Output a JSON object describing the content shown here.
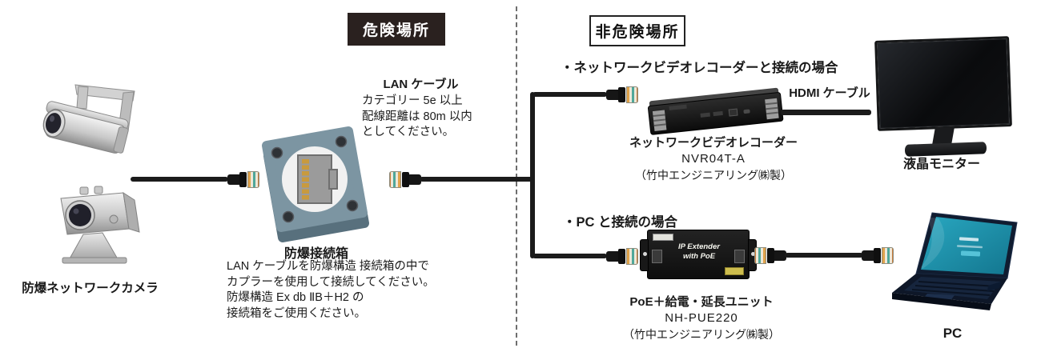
{
  "zones": {
    "hazardous": "危険場所",
    "non_hazardous": "非危険場所"
  },
  "camera_section": {
    "label": "防爆ネットワークカメラ"
  },
  "lan_cable": {
    "title": "LAN ケーブル",
    "notes": [
      "カテゴリー 5e 以上",
      "配線距離は 80m 以内",
      "としてください。"
    ]
  },
  "junction_box": {
    "title": "防爆接続箱",
    "notes": [
      "LAN ケーブルを防爆構造 接続箱の中で",
      "カプラーを使用して接続してください。",
      "防爆構造 Ex db ⅡB＋H2 の",
      "接続箱をご使用ください。"
    ]
  },
  "nvr_branch": {
    "heading": "・ネットワークビデオレコーダーと接続の場合",
    "device_name": "ネットワークビデオレコーダー",
    "model": "NVR04T-A",
    "manufacturer": "（竹中エンジニアリング㈱製）",
    "hdmi_cable_label": "HDMI ケーブル",
    "monitor_label": "液晶モニター"
  },
  "pc_branch": {
    "heading": "・PC と接続の場合",
    "device_name": "PoE＋給電・延長ユニット",
    "model": "NH-PUE220",
    "manufacturer": "（竹中エンジニアリング㈱製）",
    "poe_label_line1": "IP Extender",
    "poe_label_line2": "with PoE",
    "pc_label": "PC"
  },
  "images": {
    "left_top": "bullet-camera",
    "left_bottom": "box-camera",
    "middle": "explosion-proof-junction-box",
    "right_top_device": "network-video-recorder",
    "right_top_display": "lcd-monitor",
    "right_bottom_device": "poe-extender-unit",
    "right_bottom_display": "laptop-pc",
    "connector": "rj45-connector"
  },
  "colors": {
    "hazard_box_bg": "#2a211f",
    "cable": "#1b1b1b",
    "junction_box_top": "#7c95a2",
    "junction_box_side": "#58707d",
    "laptop_screen_teal": "#1e9ab3",
    "poe_sticker_yellow": "#cdbd4e"
  }
}
